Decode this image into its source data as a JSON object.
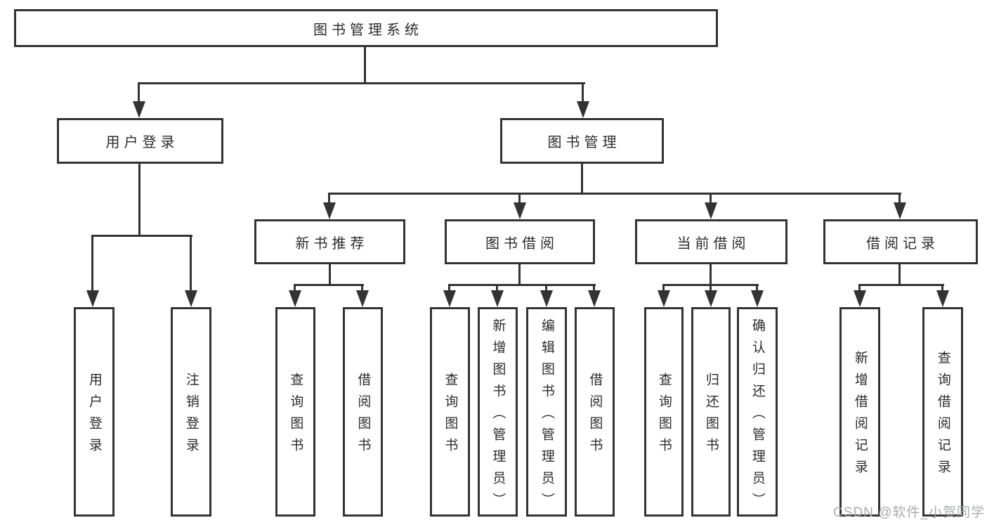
{
  "tree": {
    "label": "图书管理系统",
    "children": [
      {
        "label": "用户登录",
        "children": [
          {
            "label": "用户登录"
          },
          {
            "label": "注销登录"
          }
        ]
      },
      {
        "label": "图书管理",
        "children": [
          {
            "label": "新书推荐",
            "children": [
              {
                "label": "查询图书"
              },
              {
                "label": "借阅图书"
              }
            ]
          },
          {
            "label": "图书借阅",
            "children": [
              {
                "label": "查询图书"
              },
              {
                "label": "新增图书（管理员）"
              },
              {
                "label": "编辑图书（管理员）"
              },
              {
                "label": "借阅图书"
              }
            ]
          },
          {
            "label": "当前借阅",
            "children": [
              {
                "label": "查询图书"
              },
              {
                "label": "归还图书"
              },
              {
                "label": "确认归还（管理员）"
              }
            ]
          },
          {
            "label": "借阅记录",
            "children": [
              {
                "label": "新增借阅记录"
              },
              {
                "label": "查询借阅记录"
              }
            ]
          }
        ]
      }
    ]
  },
  "watermark": "CSDN @软件_小贺同学",
  "colors": {
    "line": "#333333",
    "text": "#2b2b2b",
    "watermark": "#a4a6aa",
    "background": "#ffffff"
  }
}
